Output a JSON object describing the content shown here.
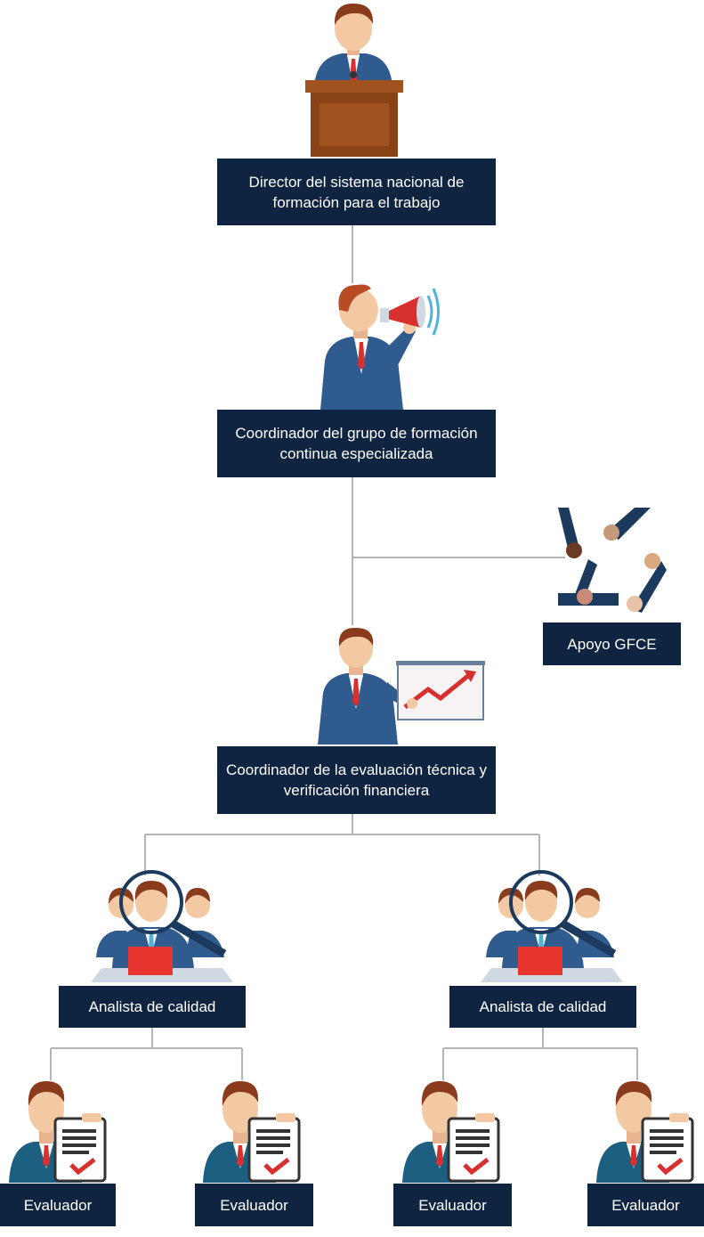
{
  "nodes": {
    "director": "Director del sistema nacional de formación para el trabajo",
    "coord_grupo": "Coordinador del grupo de formación continua especializada",
    "apoyo": "Apoyo GFCE",
    "coord_eval": "Coordinador de la evaluación técnica y verificación financiera",
    "analista_1": "Analista de calidad",
    "analista_2": "Analista de calidad",
    "evaluador_1": "Evaluador",
    "evaluador_2": "Evaluador",
    "evaluador_3": "Evaluador",
    "evaluador_4": "Evaluador"
  },
  "colors": {
    "box": "#0f2440",
    "line": "#b5b5b5",
    "suit": "#2f5b8f",
    "skin": "#f3c9a4",
    "hair": "#8a3b1c",
    "tie": "#d8302f"
  },
  "icons": {
    "director": "podium-speaker-icon",
    "coord_grupo": "megaphone-person-icon",
    "apoyo": "teamwork-hands-icon",
    "coord_eval": "presenter-chart-icon",
    "analista": "magnifier-team-icon",
    "evaluador": "person-checklist-icon"
  }
}
